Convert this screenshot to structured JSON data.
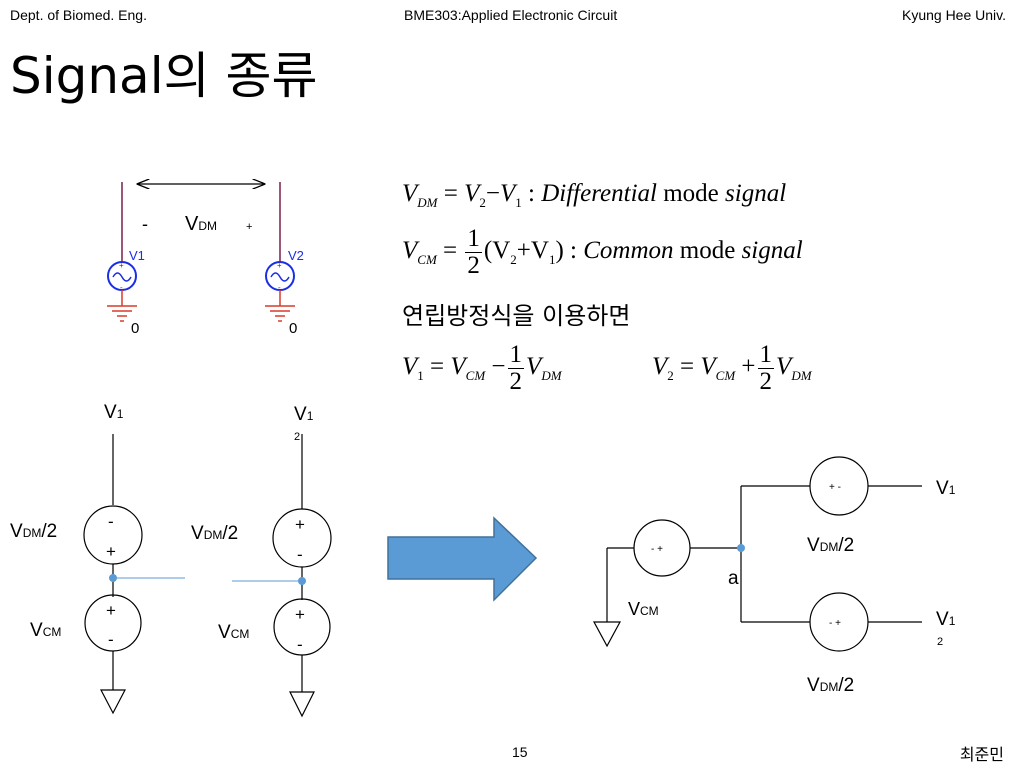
{
  "header": {
    "left": "Dept. of Biomed. Eng.",
    "center": "BME303:Applied Electronic Circuit",
    "right": "Kyung Hee Univ."
  },
  "title": "Signal의 종류",
  "equations": {
    "vdm_def": {
      "lhs": "V",
      "lhs_sub": "DM",
      "eq": "=",
      "a": "V",
      "a_sub": "2",
      "minus": "−",
      "b": "V",
      "b_sub": "1",
      "colon": ":",
      "desc_a": "Differential",
      "desc_b": "mode",
      "desc_c": "signal"
    },
    "vcm_def": {
      "lhs": "V",
      "lhs_sub": "CM",
      "eq": "=",
      "num": "1",
      "den": "2",
      "open": "(V",
      "a_sub": "2",
      "plus": "+V",
      "b_sub": "1",
      "close": ")",
      "colon": ":",
      "desc_a": "Common",
      "desc_b": "mode",
      "desc_c": "signal"
    },
    "korean_line": "연립방정식을 이용하면",
    "v1_expr": {
      "lhs": "V",
      "lhs_sub": "1",
      "eq": "=",
      "a": "V",
      "a_sub": "CM",
      "op": "−",
      "num": "1",
      "den": "2",
      "b": "V",
      "b_sub": "DM"
    },
    "v2_expr": {
      "lhs": "V",
      "lhs_sub": "2",
      "eq": "=",
      "a": "V",
      "a_sub": "CM",
      "op": "+",
      "num": "1",
      "den": "2",
      "b": "V",
      "b_sub": "DM"
    }
  },
  "top_circuit": {
    "minus": "-",
    "vdm": "V",
    "vdm_sub": "DM",
    "plus": "+",
    "src1": "V1",
    "src2": "V2",
    "gnd1": "0",
    "gnd2": "0",
    "source_color": "#1a2ee6",
    "wire_color": "#7a1f4a",
    "ground_color": "#d83a2a"
  },
  "left_circuits": {
    "c1_top": "V",
    "c1_top_sub": "1",
    "c2_top": "V",
    "c2_top_sub": "1",
    "c2_top_extra": "2",
    "vdm2_a": "V",
    "vdm2_a_sub": "DM",
    "vdm2_a_rest": "/2",
    "vdm2_b": "V",
    "vdm2_b_sub": "DM",
    "vdm2_b_rest": "/2",
    "vcm_a": "V",
    "vcm_a_sub": "CM",
    "vcm_b": "V",
    "vcm_b_sub": "CM",
    "s1_upper_top": "-",
    "s1_upper_bot": "+",
    "s1_lower_top": "+",
    "s1_lower_bot": "-",
    "s2_upper_top": "+",
    "s2_upper_bot": "-",
    "s2_lower_top": "+",
    "s2_lower_bot": "-"
  },
  "arrow_color": "#5b9bd5",
  "right_circuit": {
    "vcm_src_pol": "-  +",
    "vcm": "V",
    "vcm_sub": "CM",
    "node_a": "a",
    "top_src_pol": "+  -",
    "bottom_src_pol": "-  +",
    "vdm2_top": "V",
    "vdm2_top_sub": "DM",
    "vdm2_top_rest": "/2",
    "vdm2_bottom": "V",
    "vdm2_bottom_sub": "DM",
    "vdm2_bottom_rest": "/2",
    "out1": "V",
    "out1_sub": "1",
    "out2": "V",
    "out2_sub": "1",
    "out2_extra": "2"
  },
  "footer": {
    "page": "15",
    "author": "최준민"
  }
}
